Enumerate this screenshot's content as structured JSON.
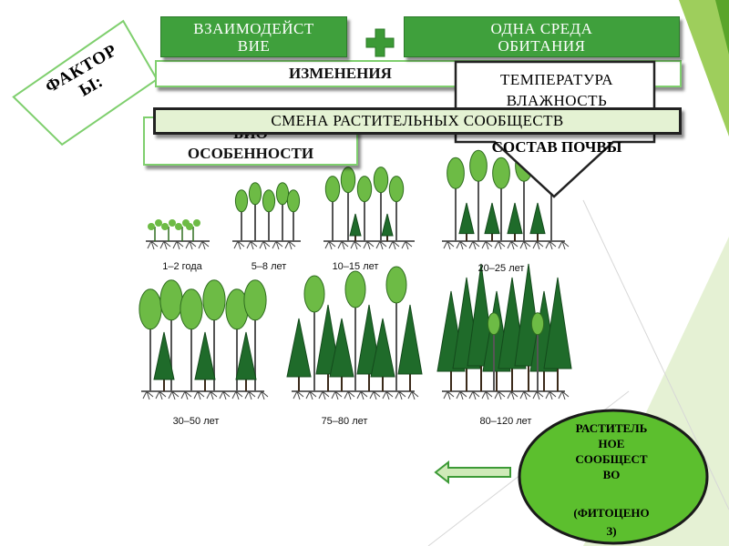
{
  "factors_label": "ФАКТОР\nЫ:",
  "box_interaction": "ВЗАИМОДЕЙСТ\nВИЕ",
  "box_habitat": "ОДНА СРЕДА\nОБИТАНИЯ",
  "plate_changes": "ИЗМЕНЕНИЯ",
  "plate_temperature": "ТЕМПЕРАТУРА\nВЛАЖНОСТЬ",
  "plate_bio": "БИО\nОСОБЕННОСТИ",
  "plate_soil": "СОСТАВ ПОЧВЫ",
  "bar_succession": "СМЕНА РАСТИТЕЛЬНЫХ СООБЩЕСТВ",
  "stage_labels": [
    "1–2 года",
    "5–8 лет",
    "10–15 лет",
    "20–25 лет",
    "30–50 лет",
    "75–80 лет",
    "80–120 лет"
  ],
  "ellipse_title": "РАСТИТЕЛЬ\nНОЕ\nСООБЩЕСТ\nВО",
  "ellipse_sub": "(ФИТОЦЕНО\nЗ)",
  "colors": {
    "accent_green": "#3fa03c",
    "triangle_green": "#8dc63f",
    "ellipse_fill": "#5cbf2e",
    "plus_green": "#3c9a36",
    "pale_green": "#e4f2d3"
  }
}
